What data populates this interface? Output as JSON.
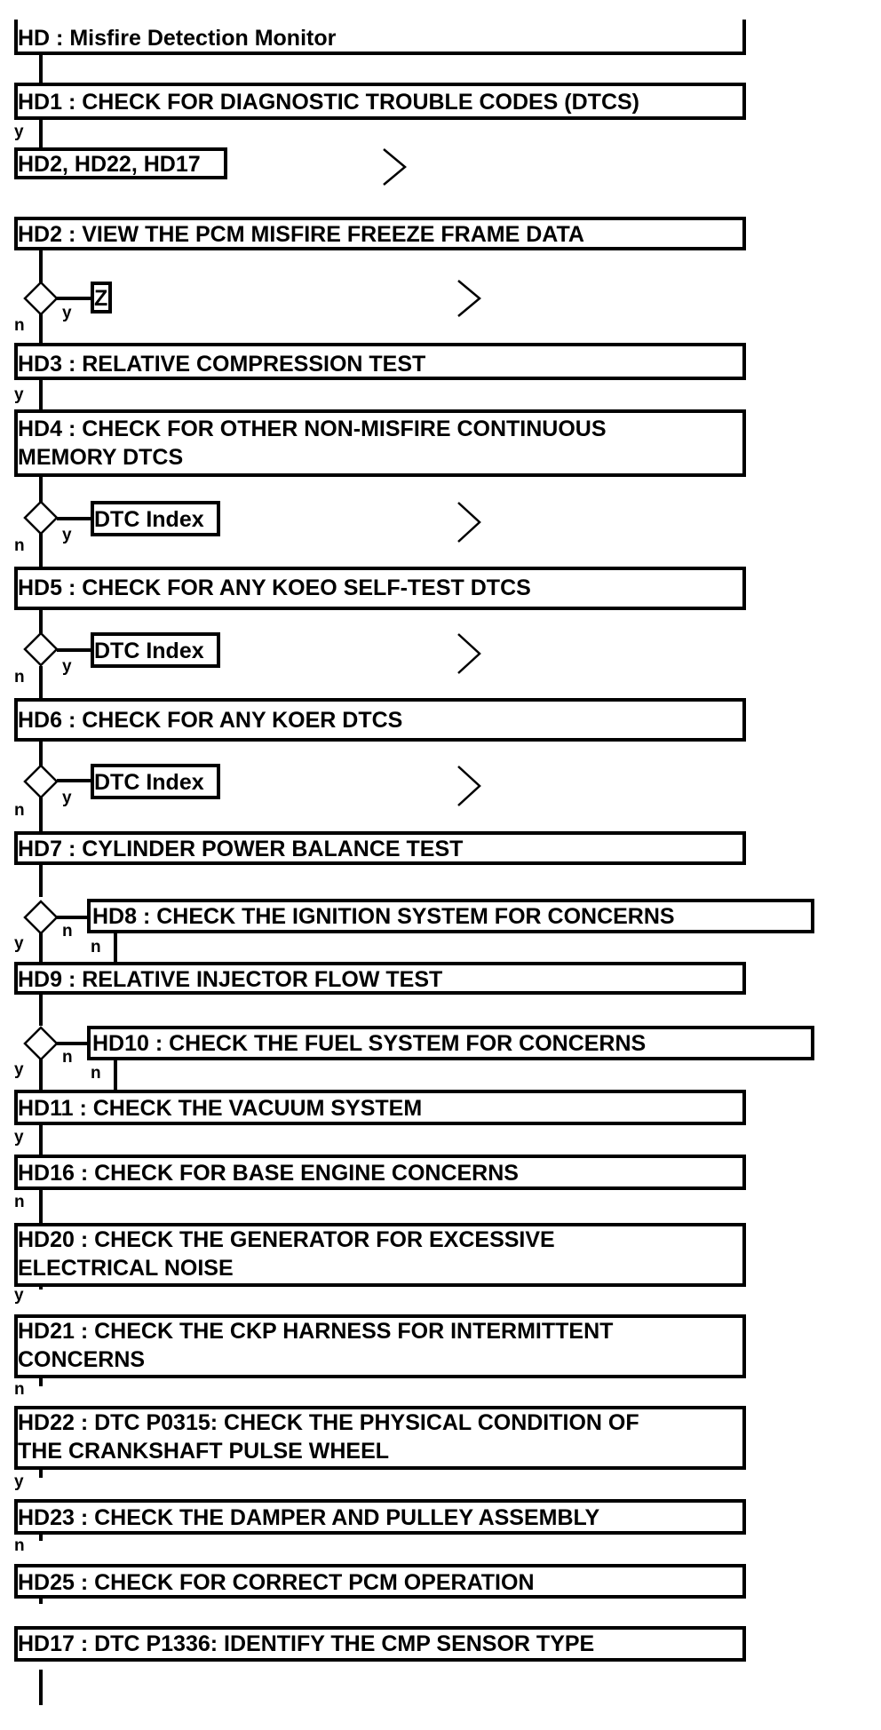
{
  "title": "HD : Misfire Detection Monitor",
  "steps": {
    "hd1": "HD1 : CHECK FOR DIAGNOSTIC TROUBLE CODES (DTCS)",
    "hd2": "HD2 : VIEW THE PCM MISFIRE FREEZE FRAME DATA",
    "hd3": "HD3 : RELATIVE COMPRESSION TEST",
    "hd4": [
      "HD4 : CHECK FOR OTHER NON-MISFIRE CONTINUOUS",
      "MEMORY DTCS"
    ],
    "hd5": "HD5 : CHECK FOR ANY KOEO SELF-TEST DTCS",
    "hd6": "HD6 : CHECK FOR ANY KOER DTCS",
    "hd7": "HD7 : CYLINDER POWER BALANCE TEST",
    "hd8": "HD8 : CHECK THE IGNITION SYSTEM FOR CONCERNS",
    "hd9": "HD9 : RELATIVE INJECTOR FLOW TEST",
    "hd10": "HD10 : CHECK THE FUEL SYSTEM FOR CONCERNS",
    "hd11": "HD11 : CHECK THE VACUUM SYSTEM",
    "hd16": "HD16 : CHECK FOR BASE ENGINE CONCERNS",
    "hd20": [
      "HD20 : CHECK THE GENERATOR FOR EXCESSIVE",
      "ELECTRICAL NOISE"
    ],
    "hd21": [
      "HD21 : CHECK THE CKP HARNESS FOR INTERMITTENT",
      "CONCERNS"
    ],
    "hd22": [
      "HD22 : DTC P0315: CHECK THE PHYSICAL CONDITION OF",
      "THE CRANKSHAFT PULSE WHEEL"
    ],
    "hd23": "HD23 : CHECK THE DAMPER AND PULLEY ASSEMBLY",
    "hd25": "HD25 : CHECK FOR CORRECT PCM OPERATION",
    "hd17": "HD17 : DTC P1336: IDENTIFY THE CMP SENSOR TYPE"
  },
  "branches": {
    "hd1_result": "HD2, HD22, HD17",
    "z": "Z",
    "dtc_index": "DTC Index"
  },
  "labels": {
    "yes": "y",
    "no": "n"
  }
}
